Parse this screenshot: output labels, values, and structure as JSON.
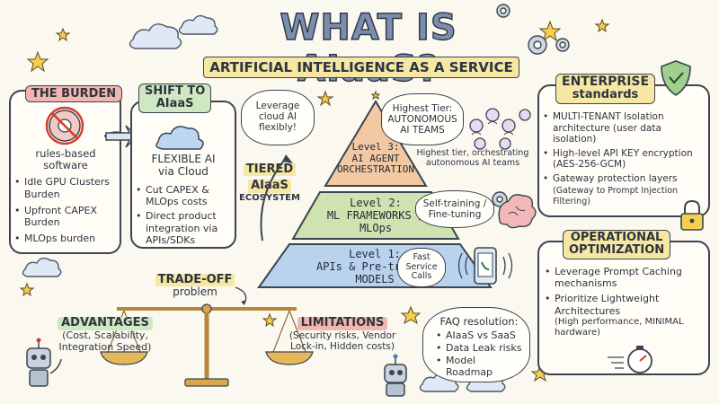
{
  "header": {
    "title": "WHAT IS AIaaS?",
    "subtitle": "ARTIFICIAL INTELLIGENCE AS A SERVICE"
  },
  "burden": {
    "heading": "THE BURDEN",
    "caption_line1": "rules-based",
    "caption_line2": "software",
    "items": [
      "Idle GPU Clusters Burden",
      "Upfront CAPEX Burden",
      "MLOps burden"
    ]
  },
  "shift": {
    "heading_line1": "SHIFT TO",
    "heading_line2": "AIaaS",
    "body_line1": "FLEXIBLE AI",
    "body_line2": "via Cloud",
    "items": [
      "Cut CAPEX & MLOps costs",
      "Direct product integration via APIs/SDKs"
    ]
  },
  "leverage_bubble": {
    "line1": "Leverage",
    "line2": "cloud AI",
    "line3": "flexibly!"
  },
  "tiered": {
    "line1": "TIERED",
    "line2": "AIaaS",
    "line3": "ECOSYSTEM"
  },
  "pyramid": {
    "level3": {
      "l1": "Level 3:",
      "l2": "AI AGENT",
      "l3": "ORCHESTRATION"
    },
    "level2": {
      "l1": "Level 2:",
      "l2": "ML FRAMEWORKS /",
      "l3": "MLOps"
    },
    "level1": {
      "l1": "Level 1:",
      "l2": "APIs & Pre-trained",
      "l3": "MODELS"
    },
    "colors": {
      "top": "#f3c9a3",
      "mid": "#cfe3b0",
      "base": "#b9d2ee"
    }
  },
  "highest_tier_bubble": {
    "line1": "Highest Tier:",
    "line2": "AUTONOMOUS",
    "line3": "AI TEAMS"
  },
  "highest_tier_note": {
    "line1": "Highest tier, orchestrating",
    "line2": "autonomous AI teams"
  },
  "self_training_bubble": {
    "line1": "Self-training /",
    "line2": "Fine-tuning"
  },
  "fast_calls_bubble": {
    "line1": "Fast",
    "line2": "Service",
    "line3": "Calls"
  },
  "enterprise": {
    "heading_line1": "ENTERPRISE",
    "heading_line2": "standards",
    "items": [
      {
        "main": "MULTI-TENANT Isolation architecture",
        "sub": "(user data isolation)"
      },
      {
        "main": "High-level API KEY encryption",
        "sub": "(AES-256-GCM)"
      },
      {
        "main": "Gateway protection layers",
        "sub": "(Gateway to Prompt Injection Filtering)"
      }
    ]
  },
  "operational": {
    "heading_line1": "OPERATIONAL",
    "heading_line2": "OPTIMIZATION",
    "items": [
      {
        "main": "Leverage Prompt Caching mechanisms",
        "sub": ""
      },
      {
        "main": "Prioritize Lightweight Architectures",
        "sub": "(High performance, MINIMAL hardware)"
      }
    ]
  },
  "tradeoff": {
    "line1": "TRADE-OFF",
    "line2": "problem"
  },
  "advantages": {
    "heading": "ADVANTAGES",
    "line1": "(Cost, Scalability,",
    "line2": "Integration Speed)"
  },
  "limitations": {
    "heading": "LIMITATIONS",
    "line1": "(Security risks, Vendor",
    "line2": "Lock-in, Hidden costs)"
  },
  "faq": {
    "heading": "FAQ resolution:",
    "items": [
      "AIaaS vs SaaS",
      "Data Leak risks",
      "Model Roadmap"
    ]
  },
  "icons": {
    "burden": "crossed-gear-icon",
    "shift": "cloud-icon",
    "shield": "shield-check-icon",
    "lock": "padlock-icon",
    "phone": "smartphone-icon",
    "brain": "brain-gear-icon",
    "team": "ai-team-icon",
    "scale": "balance-scale-icon",
    "timer": "stopwatch-icon",
    "robot": "robot-icon"
  }
}
